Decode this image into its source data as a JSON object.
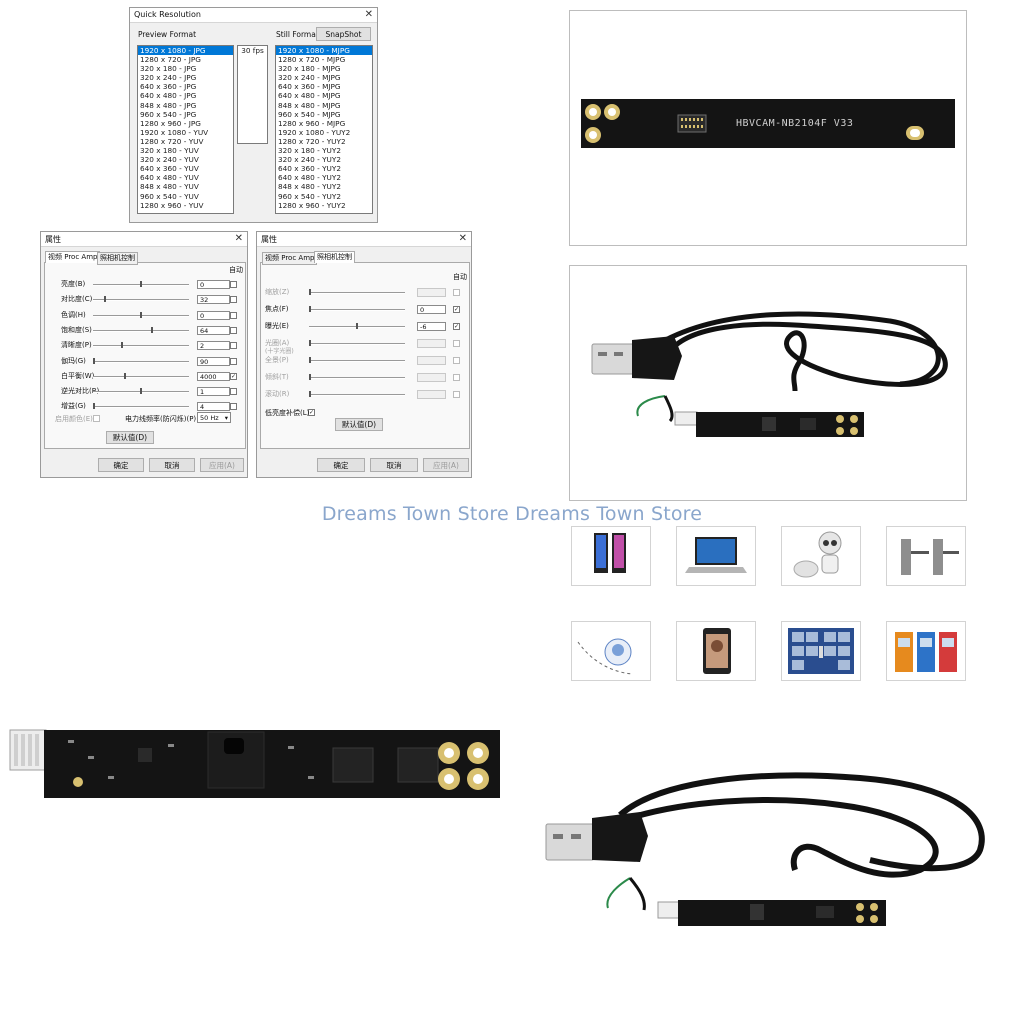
{
  "quick_resolution": {
    "title": "Quick Resolution",
    "preview_label": "Preview Format",
    "still_label": "Still Format",
    "snapshot_label": "SnapShot",
    "fps_value": "30 fps",
    "preview_items": [
      "1920 x 1080 - JPG",
      "1280 x 720 - JPG",
      "320 x 180 - JPG",
      "320 x 240 - JPG",
      "640 x 360 - JPG",
      "640 x 480 - JPG",
      "848 x 480 - JPG",
      "960 x 540 - JPG",
      "1280 x 960 - JPG",
      "1920 x 1080 - YUV",
      "1280 x 720 - YUV",
      "320 x 180 - YUV",
      "320 x 240 - YUV",
      "640 x 360 - YUV",
      "640 x 480 - YUV",
      "848 x 480 - YUV",
      "960 x 540 - YUV",
      "1280 x 960 - YUV"
    ],
    "still_items": [
      "1920 x 1080 - MJPG",
      "1280 x 720 - MJPG",
      "320 x 180 - MJPG",
      "320 x 240 - MJPG",
      "640 x 360 - MJPG",
      "640 x 480 - MJPG",
      "848 x 480 - MJPG",
      "960 x 540 - MJPG",
      "1280 x 960 - MJPG",
      "1920 x 1080 - YUY2",
      "1280 x 720 - YUY2",
      "320 x 180 - YUY2",
      "320 x 240 - YUY2",
      "640 x 360 - YUY2",
      "640 x 480 - YUY2",
      "848 x 480 - YUY2",
      "960 x 540 - YUY2",
      "1280 x 960 - YUY2"
    ]
  },
  "proc_amp": {
    "title": "属性",
    "tabs": [
      "视频 Proc Amp",
      "照相机控制"
    ],
    "auto_label": "自动",
    "rows": [
      {
        "label": "亮度(B)",
        "value": "0",
        "checked": false,
        "level": 0.5
      },
      {
        "label": "对比度(C)",
        "value": "32",
        "checked": false,
        "level": 0.12
      },
      {
        "label": "色调(H)",
        "value": "0",
        "checked": false,
        "level": 0.5
      },
      {
        "label": "饱和度(S)",
        "value": "64",
        "checked": false,
        "level": 0.62
      },
      {
        "label": "清晰度(P)",
        "value": "2",
        "checked": false,
        "level": 0.3
      },
      {
        "label": "伽玛(G)",
        "value": "90",
        "checked": false,
        "level": 0.0
      },
      {
        "label": "白平衡(W)",
        "value": "4000",
        "checked": true,
        "level": 0.33
      },
      {
        "label": "逆光对比(B)",
        "value": "1",
        "checked": false,
        "level": 0.5
      },
      {
        "label": "增益(G)",
        "value": "4",
        "checked": false,
        "level": 0.0
      }
    ],
    "color_enable_label": "启用颜色(E)",
    "powerline_label": "电力线频率(防闪烁)(P)",
    "powerline_value": "50 Hz",
    "default_label": "默认值(D)",
    "ok_label": "确定",
    "cancel_label": "取消",
    "apply_label": "应用(A)"
  },
  "camera_control": {
    "title": "属性",
    "tabs": [
      "视频 Proc Amp",
      "照相机控制"
    ],
    "auto_label": "自动",
    "rows": [
      {
        "label": "缩放(Z)",
        "value": "",
        "checked": false,
        "enabled": false,
        "level": 0.0
      },
      {
        "label": "焦点(F)",
        "value": "0",
        "checked": true,
        "enabled": true,
        "level": 0.0
      },
      {
        "label": "曝光(E)",
        "value": "-6",
        "checked": true,
        "enabled": true,
        "level": 0.5
      },
      {
        "label": "光圈(A)",
        "sublabel": "(十字光圈)",
        "value": "",
        "checked": false,
        "enabled": false,
        "level": 0.0
      },
      {
        "label": "全景(P)",
        "value": "",
        "checked": false,
        "enabled": false,
        "level": 0.0
      },
      {
        "label": "倾斜(T)",
        "value": "",
        "checked": false,
        "enabled": false,
        "level": 0.0
      },
      {
        "label": "滚动(R)",
        "value": "",
        "checked": false,
        "enabled": false,
        "level": 0.0
      }
    ],
    "low_light_label": "低亮度补偿(L)",
    "default_label": "默认值(D)",
    "ok_label": "确定",
    "cancel_label": "取消",
    "apply_label": "应用(A)"
  },
  "pcb": {
    "model_text": "HBVCAM-NB2104F  V33"
  },
  "watermark": "Dreams Town Store Dreams Town Store",
  "applications": [
    "digital-signage-icon",
    "laptop-icon",
    "robot-icon",
    "turnstile-gate-icon",
    "face-recognition-icon",
    "tablet-camera-icon",
    "locker-icon",
    "atm-kiosk-icon"
  ],
  "colors": {
    "selection_blue": "#0078d7",
    "pcb_black": "#141414",
    "gold_pad": "#d8c070",
    "watermark": "#8aa6cc",
    "dialog_bg": "#f0f0f0"
  }
}
